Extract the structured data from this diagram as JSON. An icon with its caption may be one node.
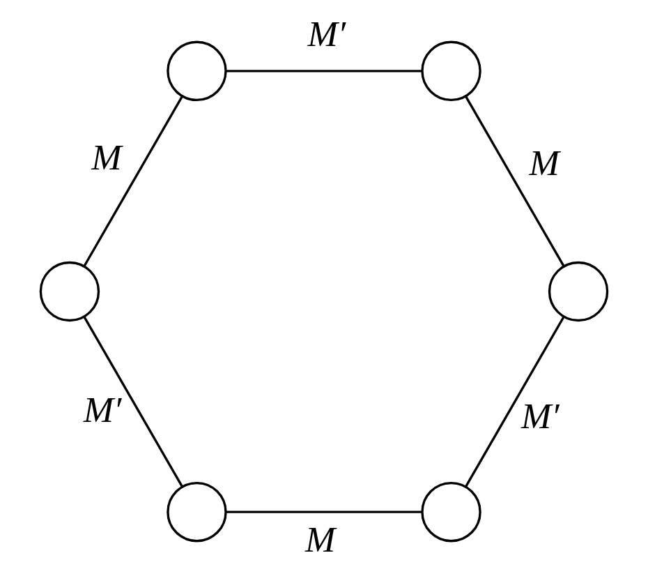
{
  "diagram": {
    "nodes": [
      {
        "text": [],
        "shape": "circle"
      },
      {
        "text": [],
        "shape": "circle"
      },
      {
        "text": [],
        "shape": "circle"
      },
      {
        "text": [],
        "shape": "circle"
      },
      {
        "text": [],
        "shape": "circle"
      },
      {
        "text": [],
        "shape": "circle"
      }
    ],
    "edges": [
      {
        "from": 0,
        "to": 1,
        "arrow": "none",
        "label": "M′"
      },
      {
        "from": 1,
        "to": 3,
        "arrow": "none",
        "label": "M"
      },
      {
        "from": 3,
        "to": 5,
        "arrow": "none",
        "label": "M′"
      },
      {
        "from": 5,
        "to": 4,
        "arrow": "none",
        "label": "M"
      },
      {
        "from": 4,
        "to": 2,
        "arrow": "none",
        "label": "M′"
      },
      {
        "from": 2,
        "to": 0,
        "arrow": "none",
        "label": "M"
      }
    ]
  }
}
